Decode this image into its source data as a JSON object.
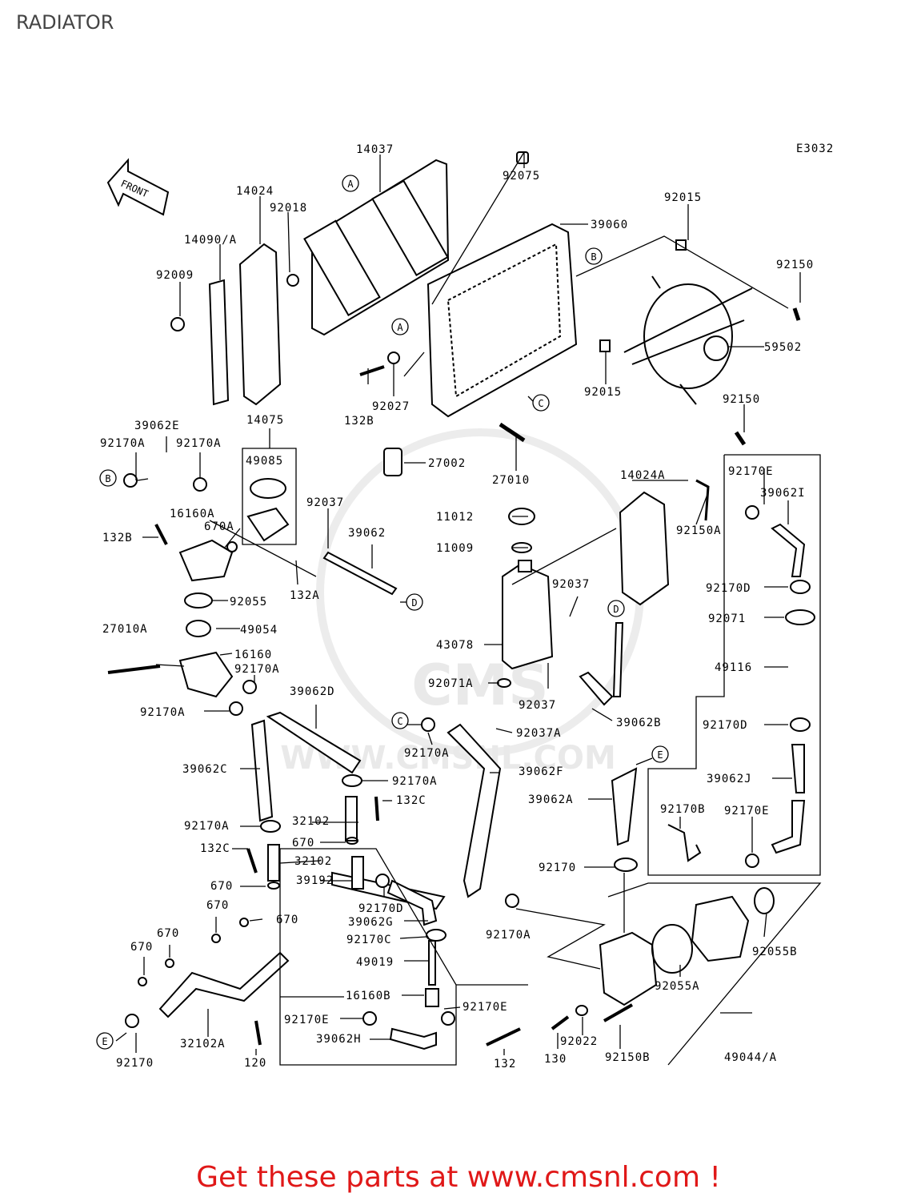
{
  "header": {
    "title": "RADIATOR"
  },
  "diagram": {
    "code": "E3032",
    "front_label": "FRONT",
    "watermark": "WWW.CMSNL.COM",
    "watermark_logo": "CMS",
    "ref_letters": [
      "A",
      "B",
      "C",
      "D",
      "E"
    ],
    "parts": {
      "p14037": "14037",
      "p14024": "14024",
      "p92018": "92018",
      "p14090A": "14090/A",
      "p92009": "92009",
      "p92075": "92075",
      "p39060": "39060",
      "p92015a": "92015",
      "p92150a": "92150",
      "p59502": "59502",
      "p92015b": "92015",
      "p92150b": "92150",
      "p132Ba": "132B",
      "p92027": "92027",
      "p27002": "27002",
      "p27010": "27010",
      "p39062E": "39062E",
      "p14075": "14075",
      "p92170Aa": "92170A",
      "p92170Ab": "92170A",
      "p49085": "49085",
      "p16160A": "16160A",
      "p670A": "670A",
      "p132Bb": "132B",
      "p92037a": "92037",
      "p39062": "39062",
      "p132A": "132A",
      "p92055": "92055",
      "p27010A": "27010A",
      "p49054": "49054",
      "p16160": "16160",
      "p92170Ac": "92170A",
      "p92170Ad": "92170A",
      "p14024A": "14024A",
      "p92150A": "92150A",
      "p11012": "11012",
      "p11009": "11009",
      "p92037b": "92037",
      "p43078": "43078",
      "p92071A": "92071A",
      "p92037c": "92037",
      "p39062B": "39062B",
      "p92170Ea": "92170E",
      "p39062I": "39062I",
      "p92170Da": "92170D",
      "p92071": "92071",
      "p49116": "49116",
      "p92170Db": "92170D",
      "p39062D": "39062D",
      "p39062C": "39062C",
      "p92170Ae": "92170A",
      "p92170Af": "92170A",
      "p39062F": "39062F",
      "p92037A": "92037A",
      "p39062A": "39062A",
      "p39062J": "39062J",
      "p92170B": "92170B",
      "p92170Eb": "92170E",
      "p132Ca": "132C",
      "p92170Ag": "92170A",
      "p32102a": "32102",
      "p132Cb": "132C",
      "p670a": "670",
      "p32102b": "32102",
      "p670b": "670",
      "p92170a": "92170",
      "p39192": "39192",
      "p92170Dc": "92170D",
      "p39062G": "39062G",
      "p92170C": "92170C",
      "p49019": "49019",
      "p16160B": "16160B",
      "p92170Ec": "92170E",
      "p92170Ed": "92170E",
      "p39062H": "39062H",
      "p670c": "670",
      "p670d": "670",
      "p670e": "670",
      "p670f": "670",
      "p92170Ah": "92170A",
      "p92055B": "92055B",
      "p92055A": "92055A",
      "p32102A": "32102A",
      "p120": "120",
      "p92170b": "92170",
      "p132": "132",
      "p130": "130",
      "p92022": "92022",
      "p92150B": "92150B",
      "p49044A": "49044/A"
    }
  },
  "footer": {
    "text": "Get these parts at www.cmsnl.com !"
  }
}
